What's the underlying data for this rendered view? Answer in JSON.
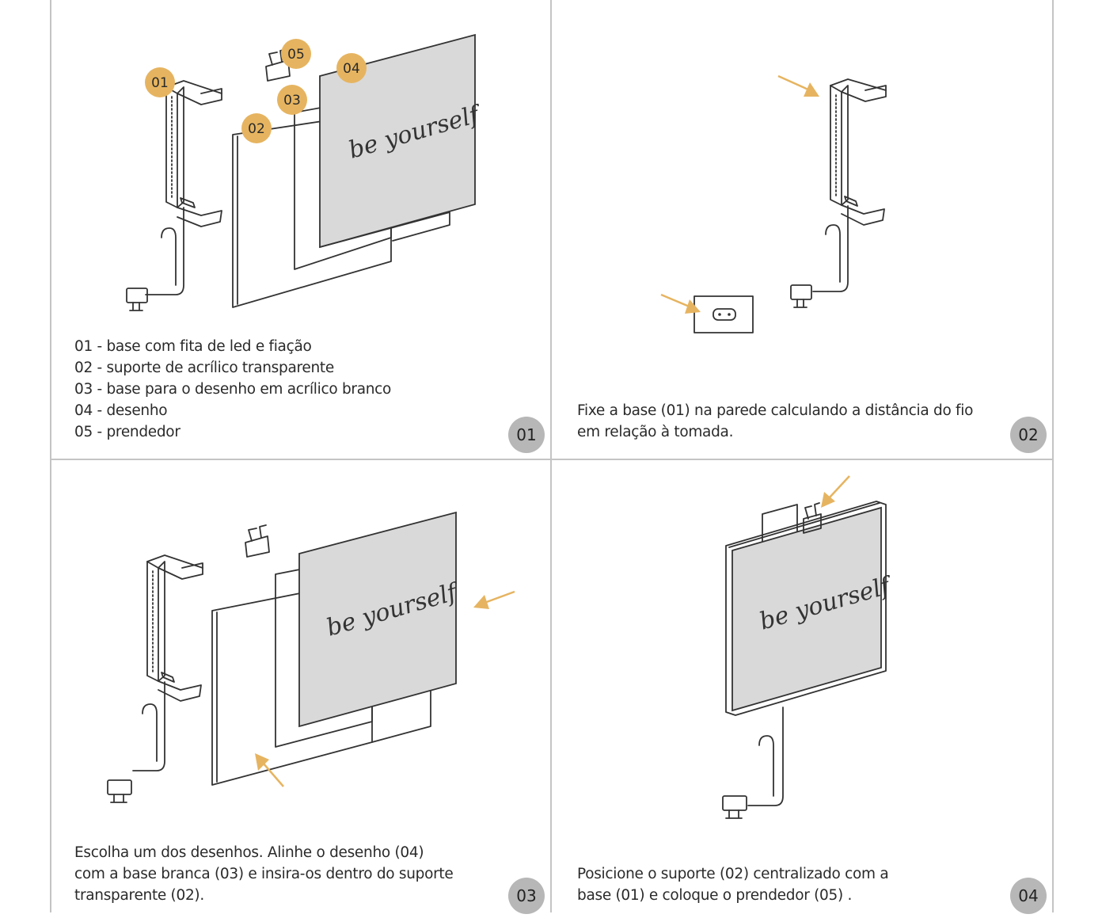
{
  "accent_color": "#e6b460",
  "badge_color": "#b7b7b7",
  "artwork_text": "be yourself",
  "panels": [
    {
      "step": "01",
      "callouts": [
        "01",
        "02",
        "03",
        "04",
        "05"
      ],
      "lines": [
        "01 - base com fita de led e fiação",
        "02 - suporte de acrílico transparente",
        "03 - base para o desenho em acrílico branco",
        "04 - desenho",
        "05 - prendedor"
      ]
    },
    {
      "step": "02",
      "lines": [
        "Fixe a base (01) na parede calculando a distância do fio",
        "em relação à tomada."
      ]
    },
    {
      "step": "03",
      "lines": [
        "Escolha um dos desenhos. Alinhe o desenho (04)",
        "com a base branca (03) e insira-os dentro do suporte",
        "transparente (02)."
      ]
    },
    {
      "step": "04",
      "lines": [
        "Posicione o suporte  (02) centralizado com a",
        "base (01) e coloque o prendedor (05) ."
      ]
    }
  ]
}
